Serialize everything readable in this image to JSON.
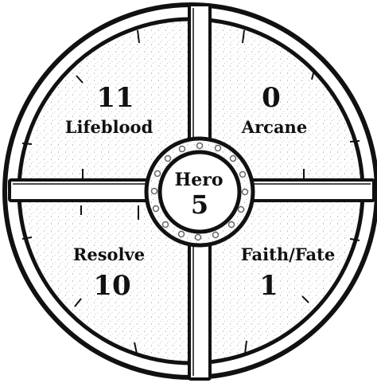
{
  "hero": {
    "label": "Hero",
    "value": "5"
  },
  "stats": {
    "lifeblood": {
      "label": "Lifeblood",
      "value": "11"
    },
    "arcane": {
      "label": "Arcane",
      "value": "0"
    },
    "resolve": {
      "label": "Resolve",
      "value": "10"
    },
    "faith_fate": {
      "label": "Faith/Fate",
      "value": "1"
    }
  },
  "colors": {
    "ink": "#111111",
    "paper": "#ffffff",
    "stipple": "#9a9a9a"
  }
}
